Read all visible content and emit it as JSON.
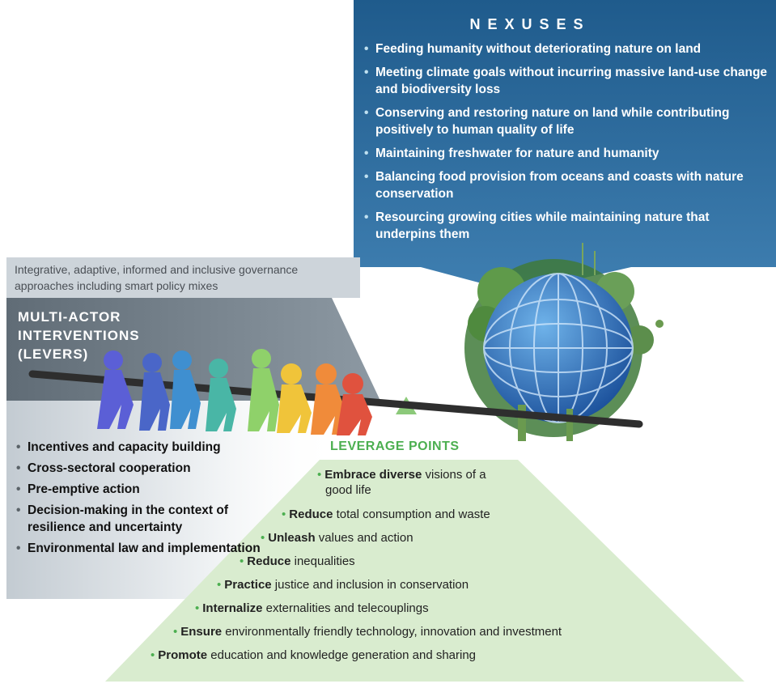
{
  "nexuses": {
    "title": "NEXUSES",
    "items": [
      "Feeding humanity without deteriorating nature on land",
      "Meeting climate goals without incurring massive land-use change and biodiversity loss",
      "Conserving and restoring nature on land while contributing positively to human quality of life",
      "Maintaining freshwater for nature and humanity",
      "Balancing food provision from oceans and coasts with nature conservation",
      "Resourcing growing cities while maintaining nature that underpins them"
    ]
  },
  "governance": {
    "text": "Integrative, adaptive, informed and inclusive governance approaches including smart policy mixes"
  },
  "levers": {
    "title_line1": "MULTI-ACTOR",
    "title_line2": "INTERVENTIONS",
    "title_line3": "(LEVERS)",
    "items": [
      "Incentives and capacity building",
      "Cross-sectoral cooperation",
      "Pre-emptive action",
      "Decision-making in the context of resilience and uncertainty",
      "Environmental law and implementation"
    ]
  },
  "leverage_points": {
    "title": "LEVERAGE POINTS",
    "items": [
      {
        "bold": "Embrace diverse",
        "rest": " visions of a"
      },
      {
        "bold": "",
        "rest": "good life"
      },
      {
        "bold": "Reduce",
        "rest": " total consumption and waste"
      },
      {
        "bold": "Unleash",
        "rest": " values and action"
      },
      {
        "bold": "Reduce",
        "rest": " inequalities"
      },
      {
        "bold": "Practice",
        "rest": " justice and inclusion in conservation"
      },
      {
        "bold": "Internalize",
        "rest": " externalities and telecouplings"
      },
      {
        "bold": "Ensure",
        "rest": " environmentally friendly technology, innovation and investment"
      },
      {
        "bold": "Promote",
        "rest": " education and knowledge generation and sharing"
      }
    ]
  },
  "colors": {
    "nexus_panel": "#2f6a99",
    "levers_panel": "#5f6b74",
    "governance_band": "#c9d0d6",
    "leverage_green": "#4caf50",
    "pyramid_fill": "#d9eccf",
    "lever_bar": "#2e2e2e",
    "people": [
      "#5b5fd6",
      "#4a66c8",
      "#3f8fd0",
      "#49b6a6",
      "#8fd16a",
      "#f0c43a",
      "#f08b3a",
      "#e0523e"
    ]
  }
}
